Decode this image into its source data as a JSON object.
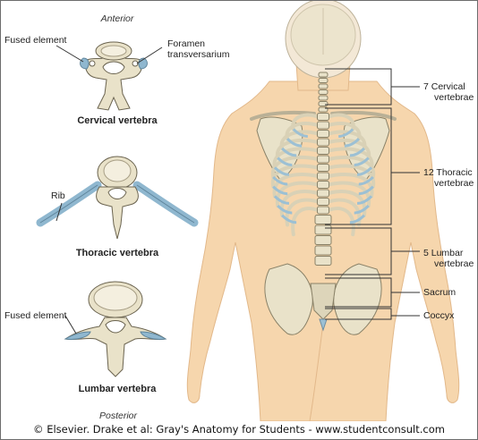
{
  "figure": {
    "orientation_top": "Anterior",
    "orientation_bottom": "Posterior",
    "cervical": {
      "caption": "Cervical vertebra",
      "label_fused": "Fused element",
      "label_foramen_1": "Foramen",
      "label_foramen_2": "transversarium"
    },
    "thoracic": {
      "caption": "Thoracic vertebra",
      "label_rib": "Rib"
    },
    "lumbar": {
      "caption": "Lumbar vertebra",
      "label_fused": "Fused element"
    },
    "regions": {
      "cervical_1": "7 Cervical",
      "cervical_2": "vertebrae",
      "thoracic_1": "12 Thoracic",
      "thoracic_2": "vertebrae",
      "lumbar_1": "5 Lumbar",
      "lumbar_2": "vertebrae",
      "sacrum": "Sacrum",
      "coccyx": "Coccyx"
    },
    "copyright": "© Elsevier. Drake et al: Gray's Anatomy for Students - www.studentconsult.com"
  },
  "colors": {
    "skin": "#f6d6ad",
    "bone": "#e9e2c9",
    "bone_outline": "#6b6450",
    "cartilage_blue": "#8fb7cf",
    "bracket": "#333333"
  }
}
